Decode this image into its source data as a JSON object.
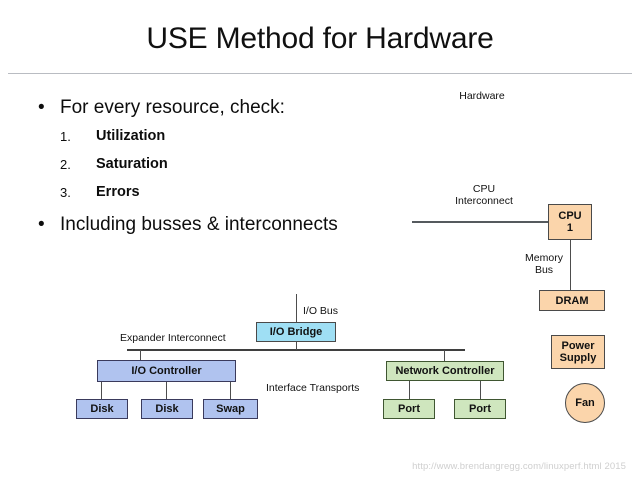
{
  "slide": {
    "title": "USE Method for Hardware",
    "footer_url": "http://www.brendangregg.com/linuxperf.html 2015"
  },
  "bullets": {
    "level1_first": "For every resource, check:",
    "level1_second": "Including busses & interconnects",
    "numbered": [
      {
        "num": "1.",
        "label": "Utilization"
      },
      {
        "num": "2.",
        "label": "Saturation"
      },
      {
        "num": "3.",
        "label": "Errors"
      }
    ]
  },
  "diagram": {
    "heading": "Hardware",
    "labels": {
      "cpu_interconnect": "CPU\nInterconnect",
      "memory_bus": "Memory\nBus",
      "io_bus": "I/O Bus",
      "expander_interconnect": "Expander Interconnect",
      "interface_transports": "Interface Transports"
    },
    "nodes": {
      "cpu": "CPU\n1",
      "dram": "DRAM",
      "power_supply": "Power\nSupply",
      "fan": "Fan",
      "io_bridge": "I/O Bridge",
      "io_controller": "I/O Controller",
      "network_controller": "Network Controller",
      "disk_1": "Disk",
      "disk_2": "Disk",
      "swap": "Swap",
      "port_1": "Port",
      "port_2": "Port"
    },
    "colors": {
      "orange": "#fbd5ab",
      "cyan": "#9fdff4",
      "blue": "#b0c3ef",
      "green": "#cfe6be",
      "line": "#4d4d4d"
    }
  }
}
